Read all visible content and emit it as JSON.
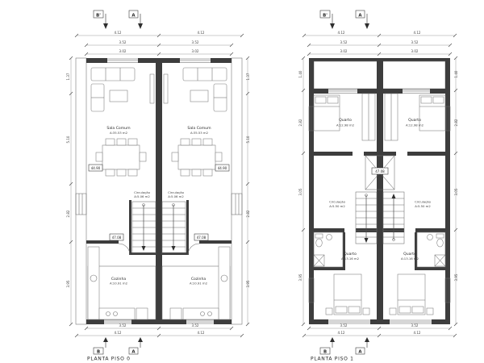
{
  "sheet": {
    "background": "#ffffff",
    "line_color": "#3d3d3d"
  },
  "plans": {
    "piso0": {
      "title": "PLANTA PISO 0",
      "markers": {
        "b_top": "B'",
        "a_top": "A",
        "b_bottom": "B",
        "a_bottom": "A"
      },
      "levels": {
        "sala": "44.90",
        "stair": "47.08"
      },
      "rooms": {
        "sala": {
          "name": "Sala Comum",
          "area": "A:35.53 m2"
        },
        "circulacao": {
          "name": "Circulação",
          "area": "A:5.06 m2"
        },
        "cozinha": {
          "name": "Cozinha",
          "area": "A:10.91 m2"
        }
      },
      "dims": {
        "overall": "4.12",
        "interior": "3.52",
        "room": "3.02",
        "side": [
          "1.37",
          "5.10",
          "2.82",
          "3.95"
        ]
      }
    },
    "piso1": {
      "title": "PLANTA PISO 1",
      "markers": {
        "b_top": "B'",
        "a_top": "A",
        "b_bottom": "B",
        "a_bottom": "A"
      },
      "levels": {
        "mid": "47.08"
      },
      "rooms": {
        "quarto_top": {
          "name": "Quarto",
          "area": "A:12.98 m2"
        },
        "quarto_bottom": {
          "name": "Quarto",
          "area": "A:13.16 m2"
        },
        "circulacao": {
          "name": "Circulação",
          "area": "A:5.50 m2"
        }
      },
      "dims": {
        "overall": "4.12",
        "interior": "3.52",
        "room": "3.02",
        "side": [
          "1.40",
          "2.82",
          "3.05",
          "3.95"
        ]
      }
    }
  }
}
